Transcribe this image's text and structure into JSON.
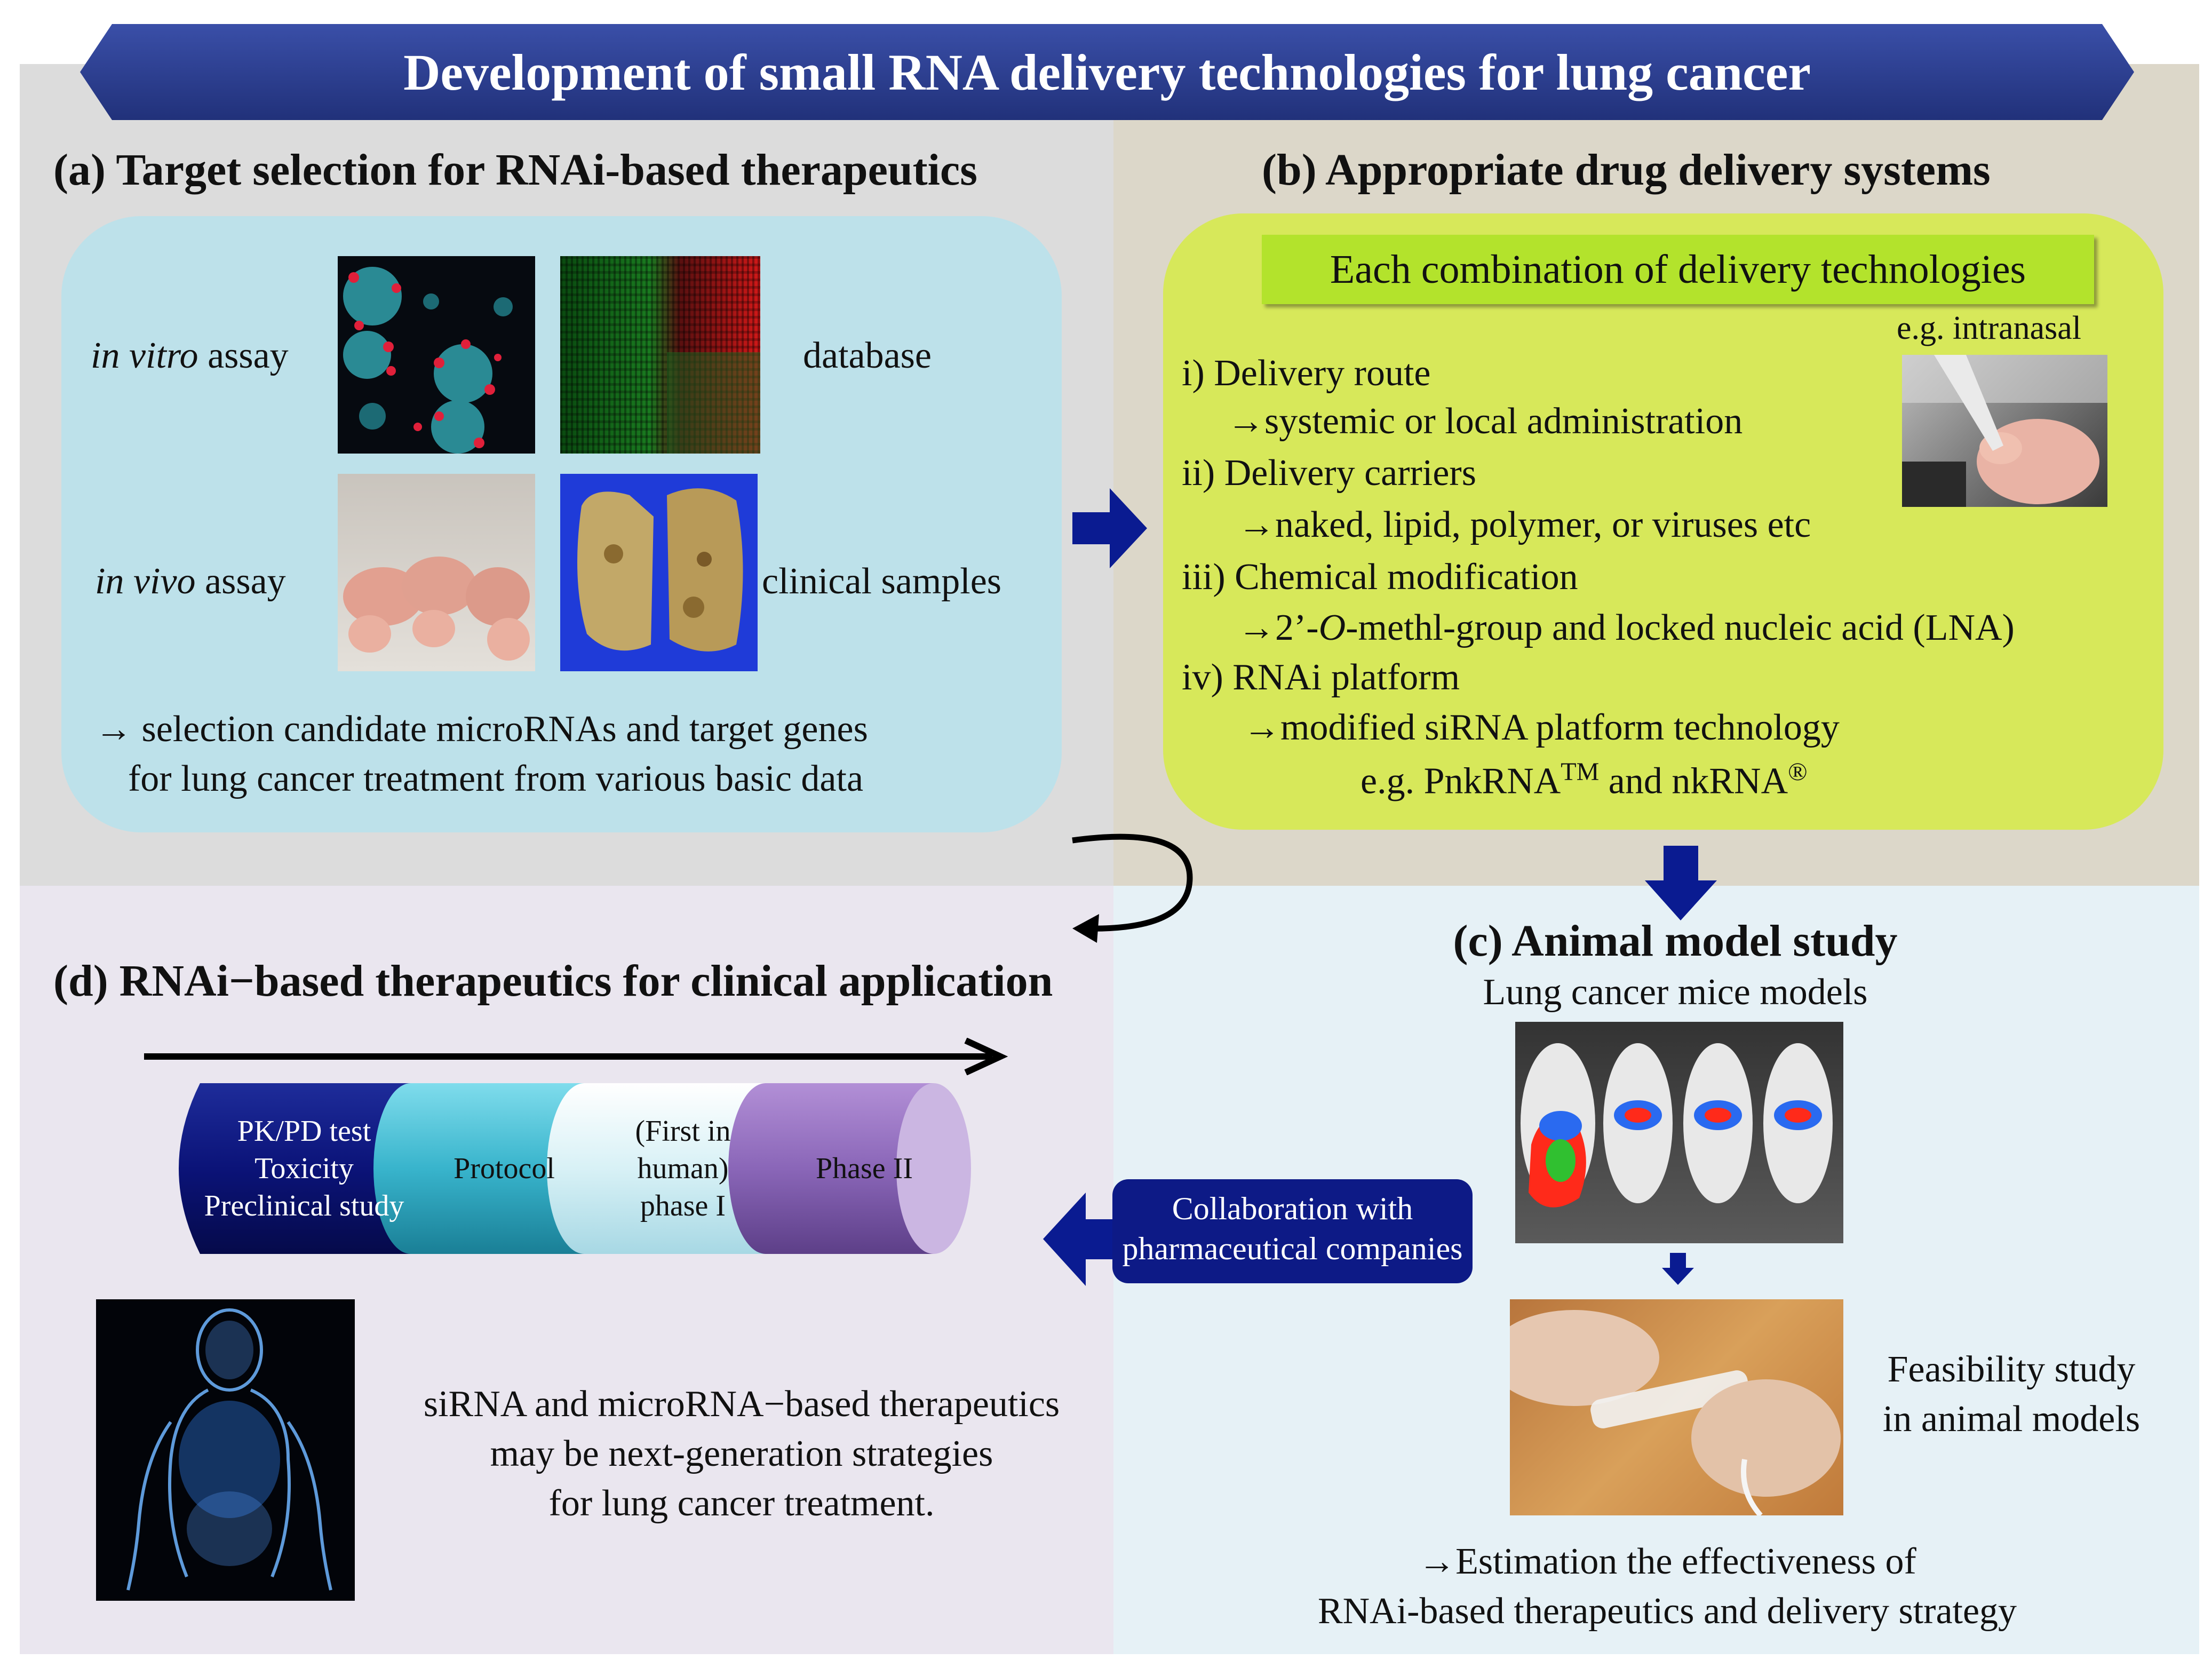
{
  "title": "Development of small RNA delivery technologies for lung cancer",
  "colors": {
    "banner": "#2b3d8f",
    "panel_a_bg": "#bde1ea",
    "panel_b_bg": "#d7e85a",
    "panel_b_label": "#b3e32c",
    "arrow_blue": "#0a1b91",
    "collab_bg": "#0d1a86"
  },
  "section_a": {
    "heading": "(a) Target selection for RNAi-based therapeutics",
    "in_vitro_italic": "in vitro",
    "in_vitro_rest": " assay",
    "database": "database",
    "in_vivo_italic": "in vivo",
    "in_vivo_rest": " assay",
    "clinical": "clinical samples",
    "conclusion_line1": "→   selection candidate microRNAs and target genes",
    "conclusion_line2": "for lung cancer treatment from various basic data"
  },
  "section_b": {
    "heading": "(b) Appropriate drug delivery systems",
    "label": "Each combination of delivery technologies",
    "example_caption": "e.g. intranasal",
    "i_title": "i) Delivery route",
    "i_detail": "→systemic or local administration",
    "ii_title": "ii) Delivery carriers",
    "ii_detail": "→naked, lipid, polymer, or viruses etc",
    "iii_title": "iii) Chemical modification",
    "iii_detail_pre": "→2’-",
    "iii_detail_italic": "O",
    "iii_detail_post": "-methl-group and locked nucleic acid (LNA)",
    "iv_title": "iv) RNAi platform",
    "iv_detail": "→modified siRNA platform technology",
    "iv_example_pre": "e.g. PnkRNA",
    "iv_example_tm": "TM",
    "iv_example_mid": " and nkRNA",
    "iv_example_reg": "®"
  },
  "section_c": {
    "heading": "(c) Animal model study",
    "subheading": "Lung cancer mice models",
    "feasibility_line1": "Feasibility study",
    "feasibility_line2": "in animal models",
    "estimation_line1": "→Estimation the effectiveness of",
    "estimation_line2": "RNAi-based therapeutics and delivery strategy"
  },
  "collaboration": {
    "line1": "Collaboration with",
    "line2": "pharmaceutical companies"
  },
  "section_d": {
    "heading": "(d) RNAi−based therapeutics for clinical application",
    "pipeline": [
      {
        "lines": [
          "PK/PD test",
          "Toxicity",
          "Preclinical study"
        ]
      },
      {
        "lines": [
          "Protocol"
        ]
      },
      {
        "lines": [
          "(First in",
          "human)",
          "phase I"
        ]
      },
      {
        "lines": [
          "Phase II"
        ]
      }
    ],
    "statement_line1": "siRNA and microRNA−based therapeutics",
    "statement_line2": "may be next-generation strategies",
    "statement_line3": "for lung cancer treatment."
  }
}
